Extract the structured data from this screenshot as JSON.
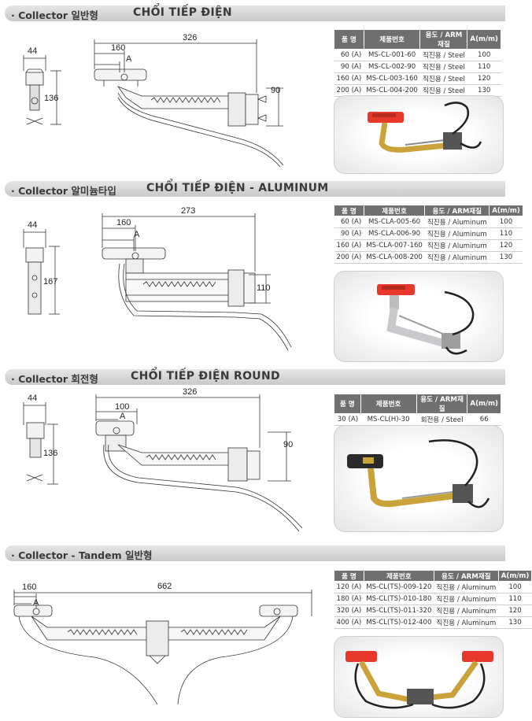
{
  "sections": [
    {
      "title": "· Collector 일반형",
      "subtitle": "CHỔI TIẾP ĐIỆN",
      "dims": {
        "width": "44",
        "total": "326",
        "offset": "160",
        "a": "A",
        "height": "136",
        "depth": "90"
      },
      "table": {
        "headers": [
          "품 명",
          "제품번호",
          "용도 / ARM재질",
          "A(m/m)"
        ],
        "rows": [
          [
            "60 (A)",
            "MS-CL-001-60",
            "직진용 / Steel",
            "100"
          ],
          [
            "90 (A)",
            "MS-CL-002-90",
            "직진용 / Steel",
            "110"
          ],
          [
            "160 (A)",
            "MS-CL-003-160",
            "직진용 / Steel",
            "120"
          ],
          [
            "200 (A)",
            "MS-CL-004-200",
            "직진용 / Steel",
            "130"
          ]
        ]
      }
    },
    {
      "title": "· Collector 알미늄타입",
      "subtitle": "CHỔI TIẾP ĐIỆN - ALUMINUM",
      "dims": {
        "width": "44",
        "total": "273",
        "offset": "160",
        "a": "A",
        "height": "167",
        "depth": "110"
      },
      "table": {
        "headers": [
          "품 명",
          "제품번호",
          "용도 / ARM재질",
          "A(m/m)"
        ],
        "rows": [
          [
            "60 (A)",
            "MS-CLA-005-60",
            "직진용 / Aluminum",
            "100"
          ],
          [
            "90 (A)",
            "MS-CLA-006-90",
            "직진용 / Aluminum",
            "110"
          ],
          [
            "160 (A)",
            "MS-CLA-007-160",
            "직진용 / Aluminum",
            "120"
          ],
          [
            "200 (A)",
            "MS-CLA-008-200",
            "직진용 / Aluminum",
            "130"
          ]
        ]
      }
    },
    {
      "title": "· Collector 회전형",
      "subtitle": "CHỔI TIẾP ĐIỆN ROUND",
      "dims": {
        "width": "44",
        "total": "326",
        "offset": "100",
        "a": "A",
        "height": "136",
        "depth": "90"
      },
      "table": {
        "headers": [
          "품 명",
          "제품번호",
          "용도 / ARM재질",
          "A(m/m)"
        ],
        "rows": [
          [
            "30 (A)",
            "MS-CL(H)-30",
            "회전용 / Steel",
            "66"
          ]
        ]
      }
    },
    {
      "title": "· Collector - Tandem 일반형",
      "subtitle": "",
      "dims": {
        "offset": "160",
        "a": "A",
        "total": "662"
      },
      "table": {
        "headers": [
          "품 명",
          "제품번호",
          "용도 / ARM재질",
          "A(m/m)"
        ],
        "rows": [
          [
            "120 (A)",
            "MS-CL(TS)-009-120",
            "직진용 / Aluminum",
            "100"
          ],
          [
            "180 (A)",
            "MS-CL(TS)-010-180",
            "직진용 / Aluminum",
            "110"
          ],
          [
            "320 (A)",
            "MS-CL(TS)-011-320",
            "직진용 / Aluminum",
            "120"
          ],
          [
            "400 (A)",
            "MS-CL(TS)-012-400",
            "직진용 / Aluminum",
            "130"
          ]
        ]
      }
    }
  ],
  "colors": {
    "shoe_red": "#e8382c",
    "shoe_black": "#2a2a2a",
    "arm_steel": "#c9a23a",
    "arm_aluminum": "#c7c9cc",
    "banner": "#d4d4d4"
  }
}
